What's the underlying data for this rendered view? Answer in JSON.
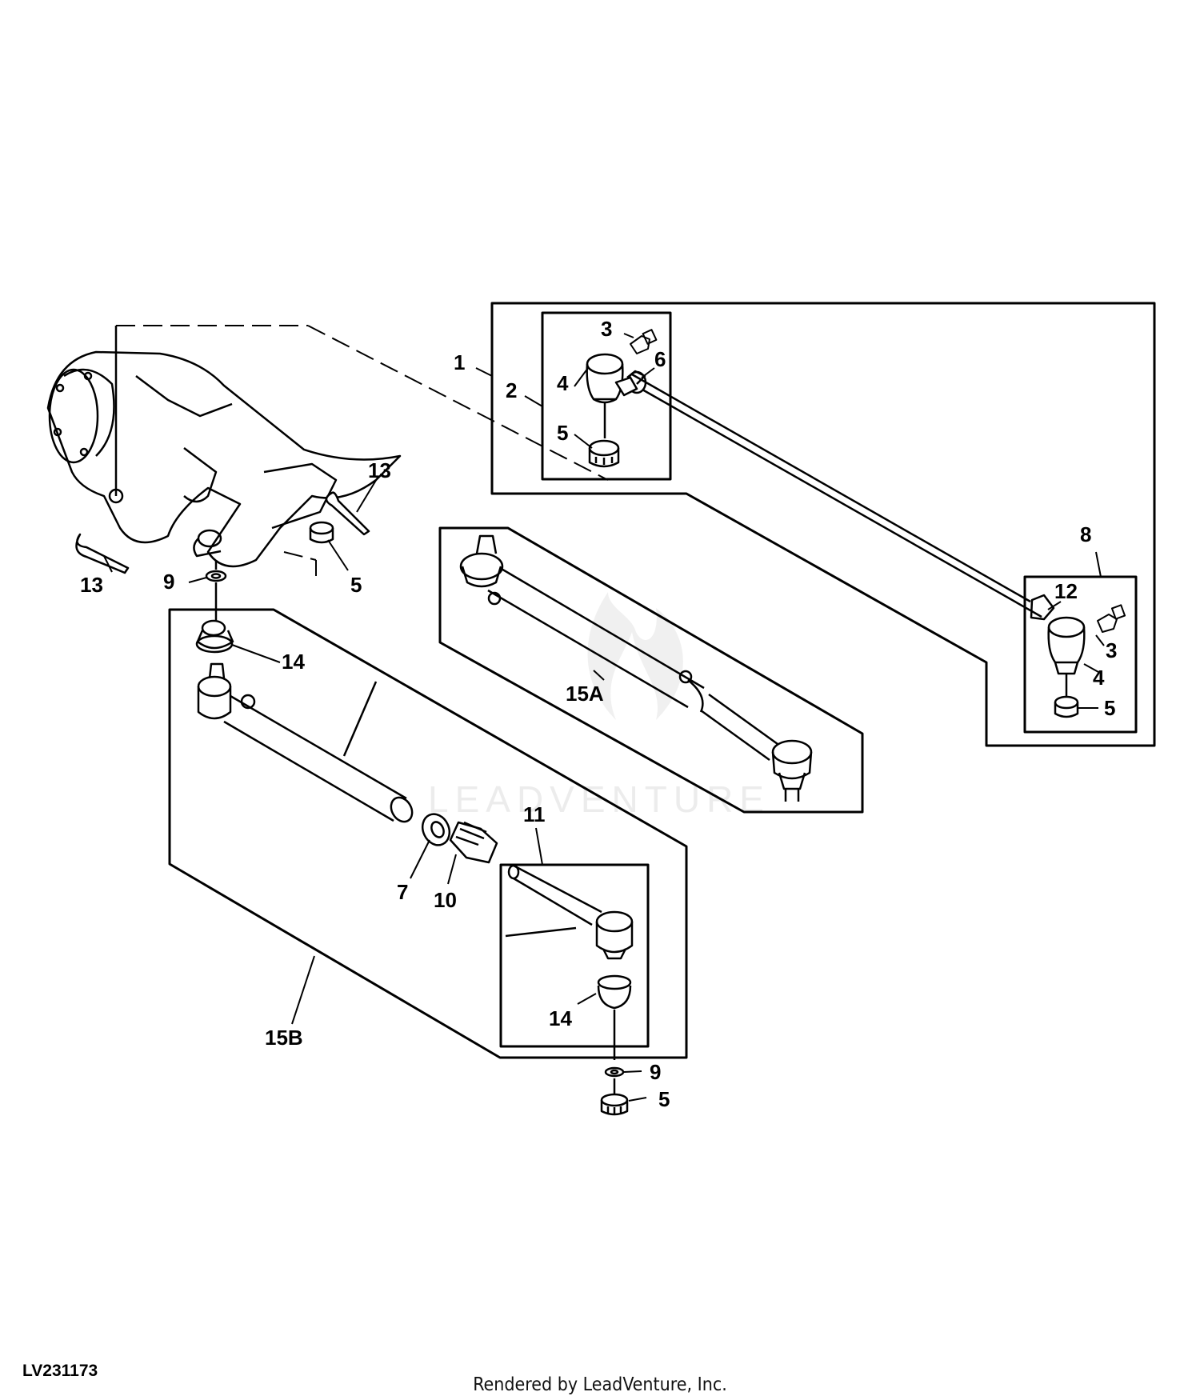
{
  "figure": {
    "id": "LV231173",
    "credit": "Rendered by LeadVenture, Inc.",
    "watermark": "LEADVENTURE"
  },
  "callouts": {
    "c1": "1",
    "c2": "2",
    "c3a": "3",
    "c4a": "4",
    "c5a": "5",
    "c6": "6",
    "c8": "8",
    "c12": "12",
    "c3b": "3",
    "c4b": "4",
    "c5b": "5",
    "c13a": "13",
    "c13b": "13",
    "c9a": "9",
    "c5c": "5",
    "c14a": "14",
    "c15A": "15A",
    "c11": "11",
    "c7": "7",
    "c10": "10",
    "c14b": "14",
    "c15B": "15B",
    "c9b": "9",
    "c5d": "5"
  }
}
